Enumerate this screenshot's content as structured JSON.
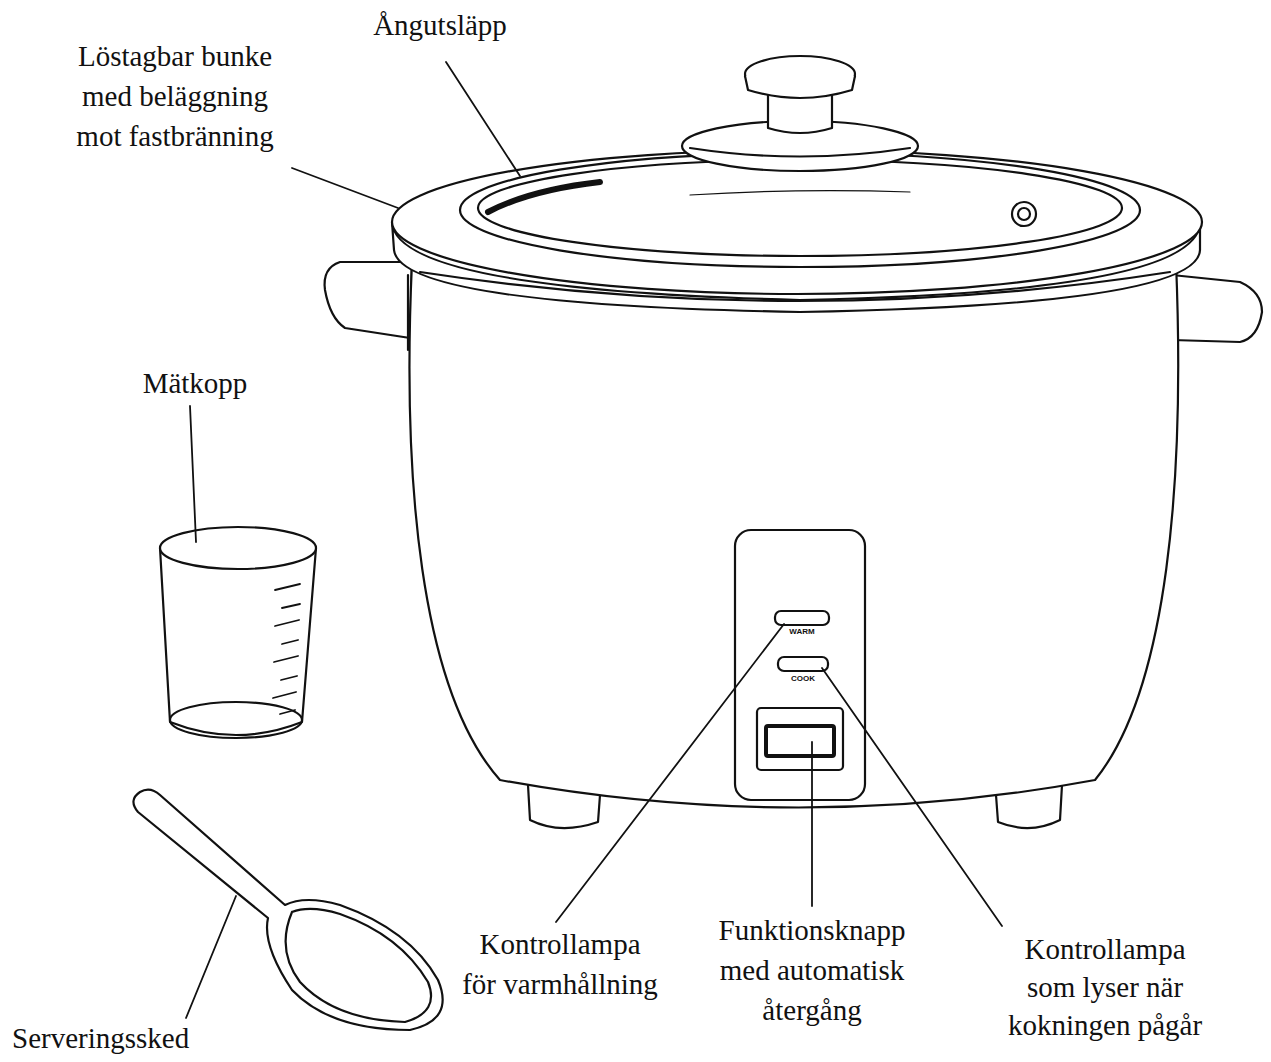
{
  "diagram": {
    "labels": [
      "Ångutsläpp",
      "Löstagbar bunke med beläggning mot fastbränning",
      "Mätkopp",
      "WARM",
      "COOK",
      "Kontrollampa för varmhållning",
      "Funktionsknapp med automatisk återgång",
      "Kontrollampa som lyser när kokningen pågår",
      "Serveringssked"
    ]
  }
}
